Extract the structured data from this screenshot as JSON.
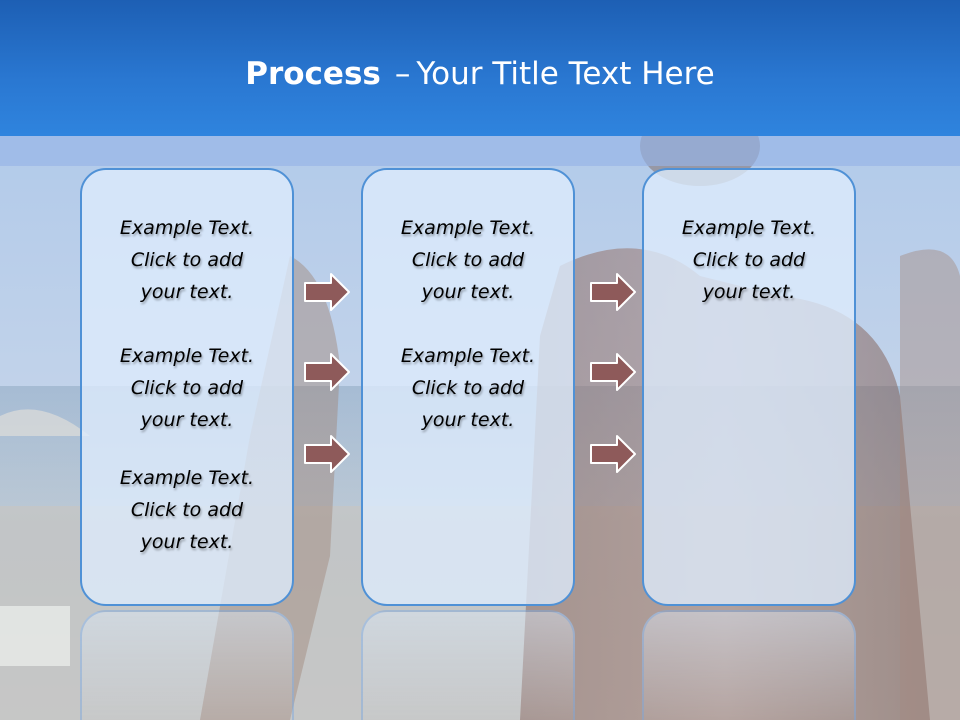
{
  "title": {
    "bold": "Process",
    "separator": "–",
    "rest": "Your Title Text Here"
  },
  "columns": [
    {
      "blocks": [
        {
          "line1": "Example Text.",
          "line2": "Click  to add",
          "line3": "your text."
        },
        {
          "line1": "Example Text.",
          "line2": "Click  to add",
          "line3": "your text."
        },
        {
          "line1": "Example Text.",
          "line2": "Click  to add",
          "line3": "your text."
        }
      ]
    },
    {
      "blocks": [
        {
          "line1": "Example Text.",
          "line2": "Click  to add",
          "line3": "your text."
        },
        {
          "line1": "Example Text.",
          "line2": "Click  to add",
          "line3": "your text."
        }
      ]
    },
    {
      "blocks": [
        {
          "line1": "Example Text.",
          "line2": "Click  to add",
          "line3": "your text."
        }
      ]
    }
  ],
  "colors": {
    "header": "#2a78d2",
    "box_border": "#4f91d6",
    "arrow_fill": "#8e5a5a",
    "arrow_stroke": "#ffffff"
  },
  "icons": {
    "arrow": "right-arrow-icon"
  }
}
